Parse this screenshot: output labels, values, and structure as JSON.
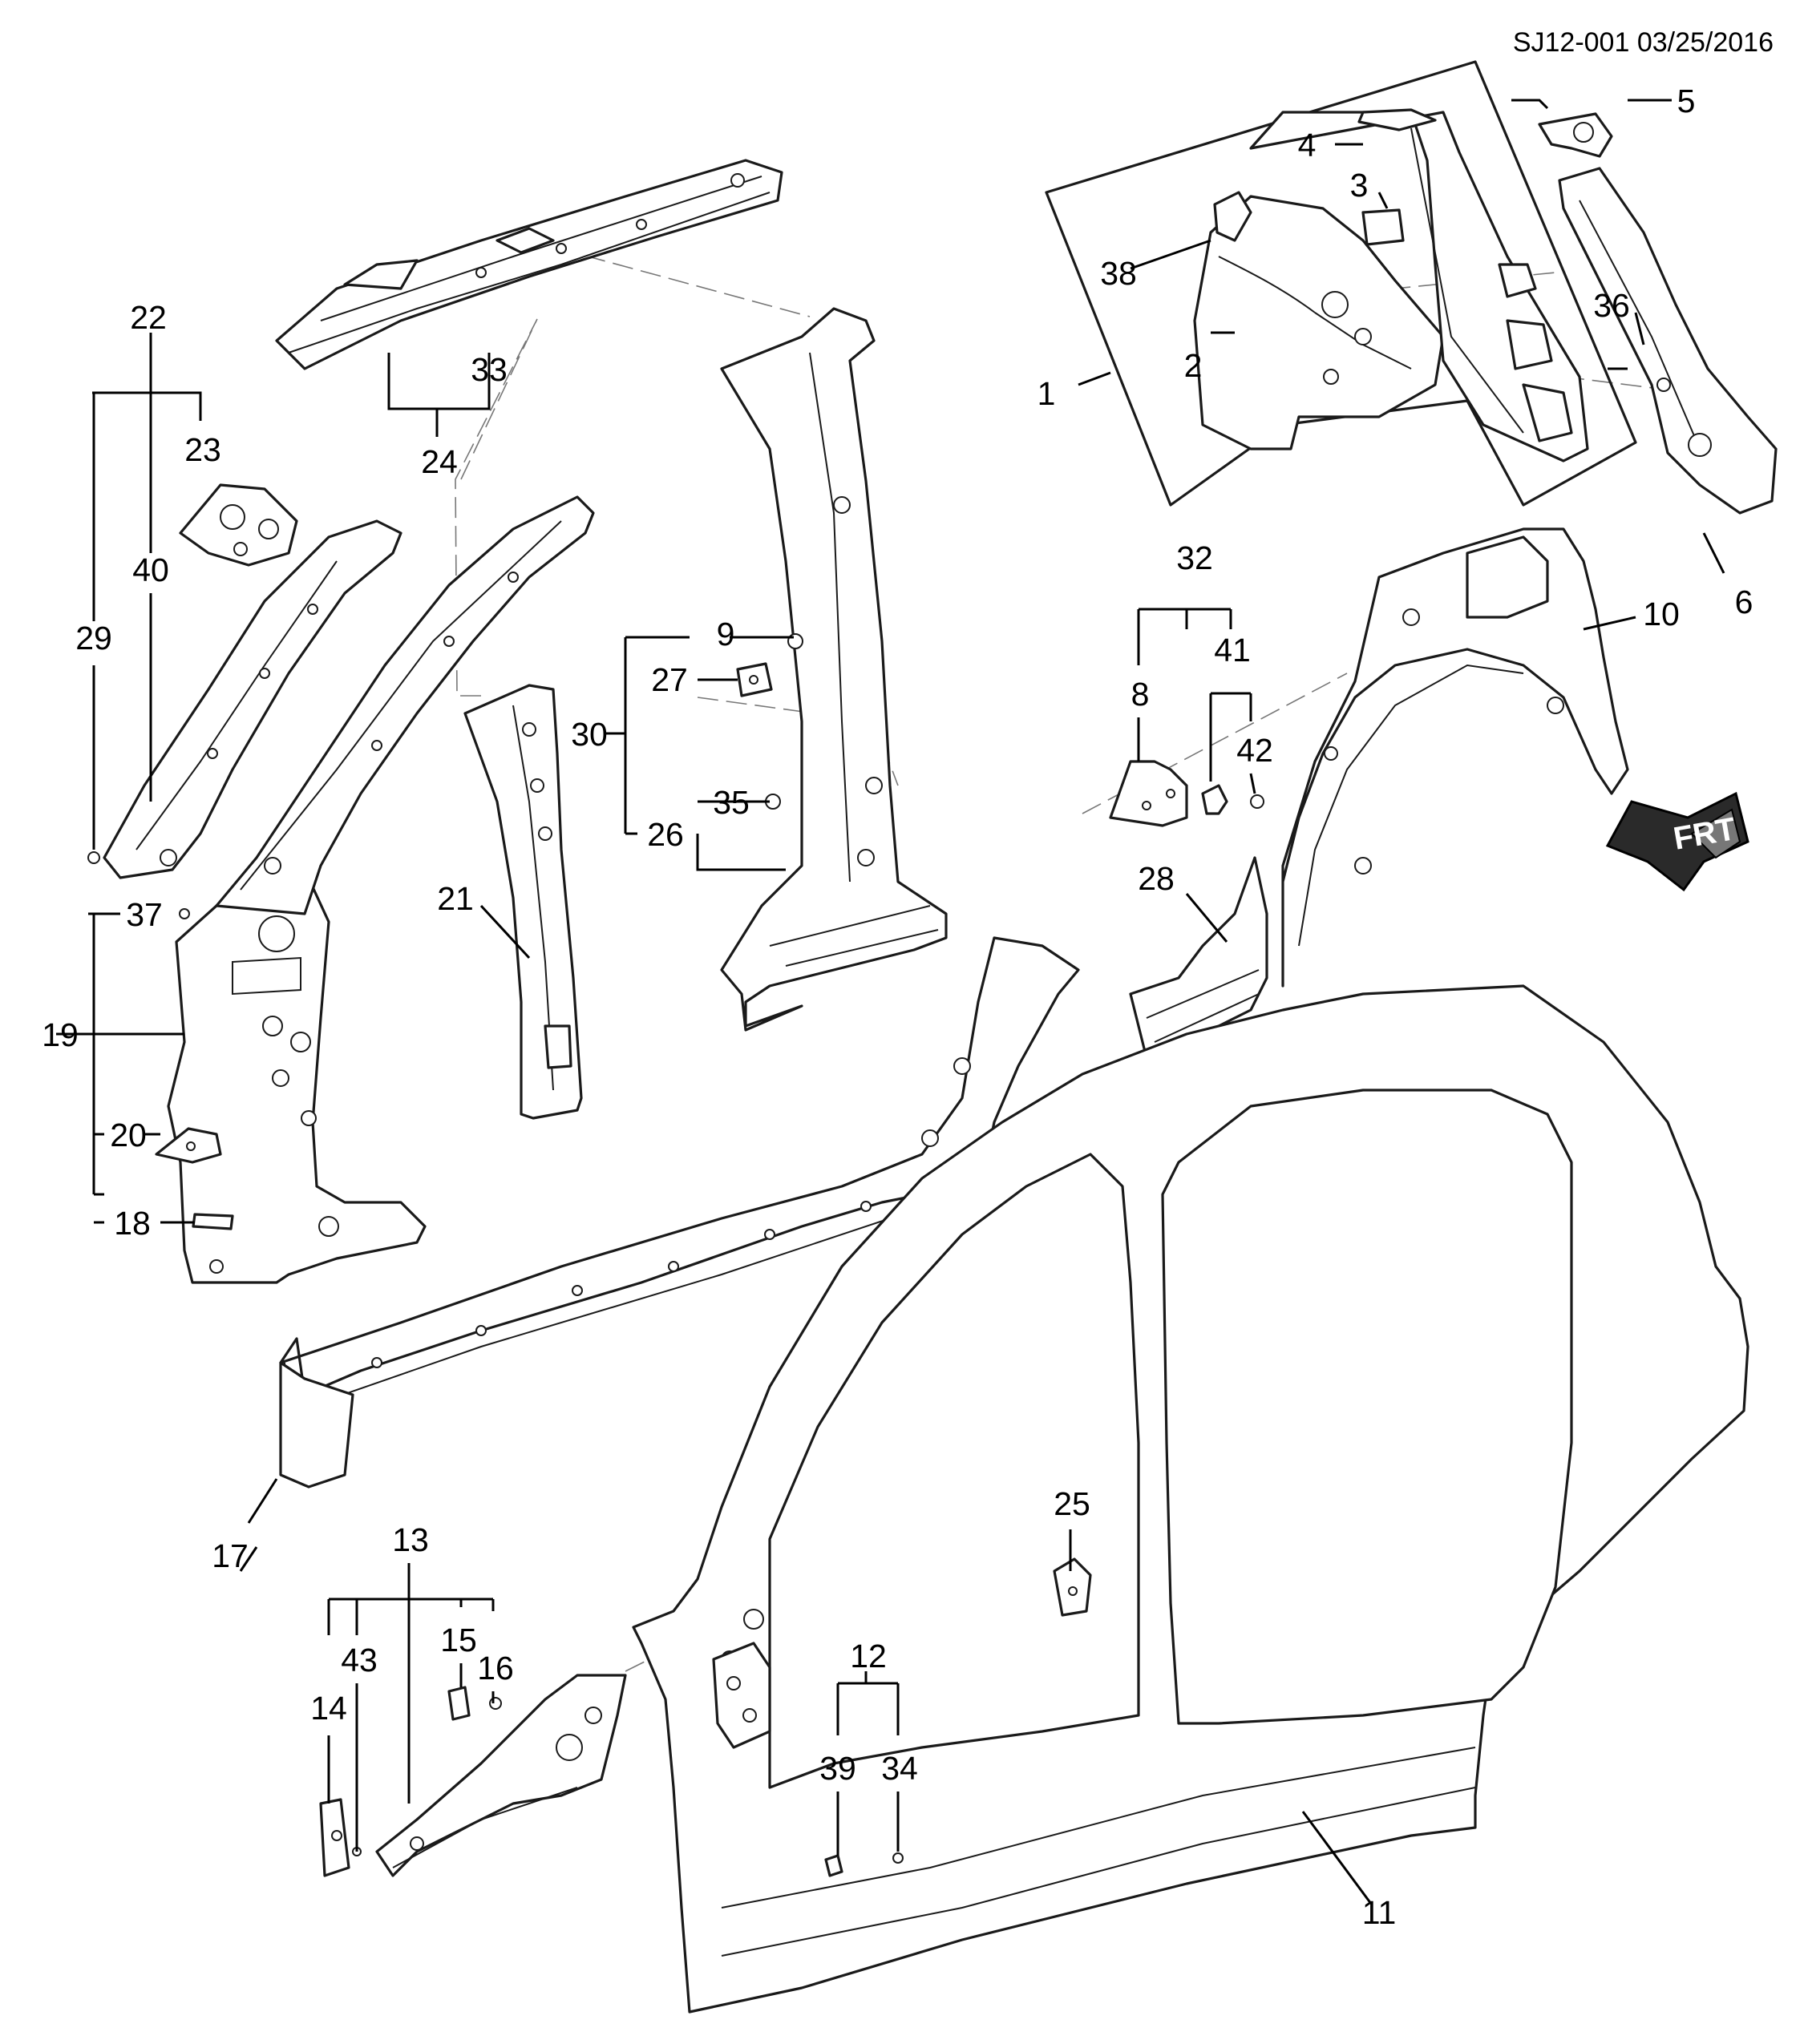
{
  "reference": "SJ12-001 03/25/2016",
  "front_indicator": "FRT",
  "callouts": {
    "c1": "1",
    "c2": "2",
    "c3": "3",
    "c4": "4",
    "c5": "5",
    "c6": "6",
    "c8": "8",
    "c9": "9",
    "c10": "10",
    "c11": "11",
    "c12": "12",
    "c13": "13",
    "c14": "14",
    "c15": "15",
    "c16": "16",
    "c17": "17",
    "c18": "18",
    "c19": "19",
    "c20": "20",
    "c21": "21",
    "c22": "22",
    "c23": "23",
    "c24": "24",
    "c25": "25",
    "c26": "26",
    "c27": "27",
    "c28": "28",
    "c29": "29",
    "c30": "30",
    "c32": "32",
    "c33": "33",
    "c34": "34",
    "c35": "35",
    "c36": "36",
    "c37": "37",
    "c38": "38",
    "c39": "39",
    "c40": "40",
    "c41": "41",
    "c42": "42",
    "c43": "43"
  }
}
